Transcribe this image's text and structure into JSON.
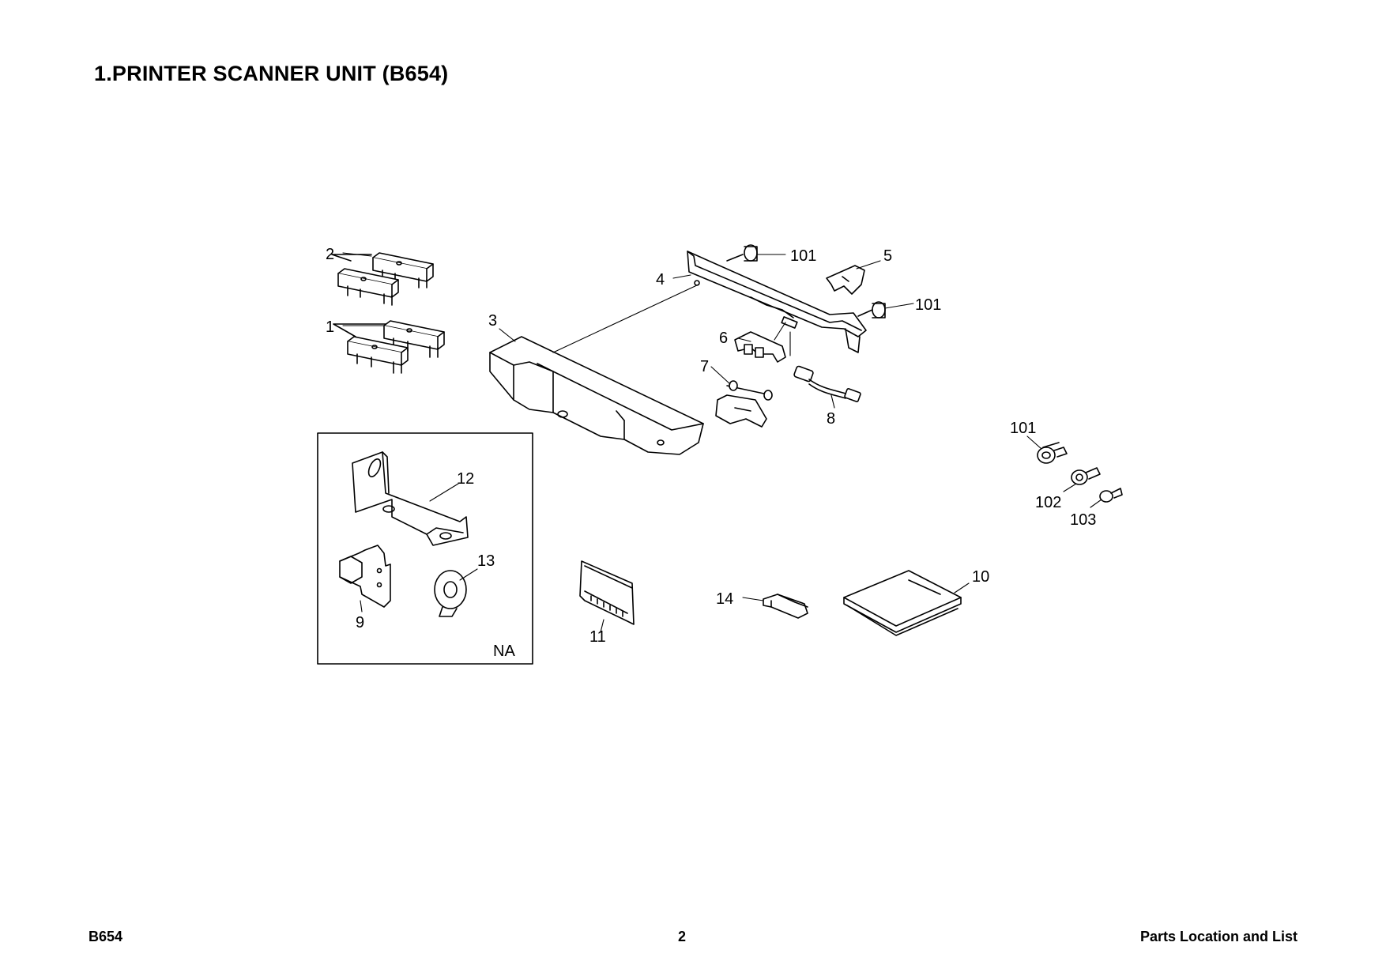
{
  "page": {
    "title": "1.PRINTER SCANNER UNIT (B654)"
  },
  "diagram": {
    "callouts": {
      "c1": "1",
      "c2": "2",
      "c3": "3",
      "c4": "4",
      "c5": "5",
      "c6": "6",
      "c7": "7",
      "c8": "8",
      "c9": "9",
      "c10": "10",
      "c11": "11",
      "c12": "12",
      "c13": "13",
      "c14": "14",
      "c101a": "101",
      "c101b": "101",
      "c101c": "101",
      "c102": "102",
      "c103": "103"
    },
    "inset_label": "NA"
  },
  "footer": {
    "left": "B654",
    "center": "2",
    "right": "Parts Location and List"
  }
}
